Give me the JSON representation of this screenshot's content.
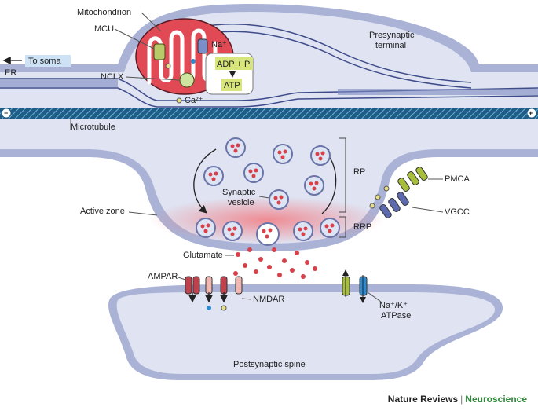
{
  "labels": {
    "mitochondrion": "Mitochondrion",
    "mcu": "MCU",
    "na": "Na⁺",
    "to_soma": "To soma",
    "presynaptic_terminal_1": "Presynaptic",
    "presynaptic_terminal_2": "terminal",
    "adp_pi": "ADP + Pi",
    "atp": "ATP",
    "nclx": "NCLX",
    "er": "ER",
    "ca": "Ca²⁺",
    "microtubule": "Microtubule",
    "rp": "RP",
    "pmca": "PMCA",
    "synaptic_vesicle_1": "Synaptic",
    "synaptic_vesicle_2": "vesicle",
    "active_zone": "Active zone",
    "vgcc": "VGCC",
    "rrp": "RRP",
    "glutamate": "Glutamate",
    "ampar": "AMPAR",
    "nmdar": "NMDAR",
    "na_k_atpase_1": "Na⁺/K⁺",
    "na_k_atpase_2": "ATPase",
    "postsynaptic_spine": "Postsynaptic spine",
    "minus": "−",
    "plus": "+"
  },
  "footer": {
    "journal": "Nature Reviews",
    "separator": "|",
    "section": "Neuroscience"
  },
  "colors": {
    "membrane": "#aab3d6",
    "cytoplasm": "#dfe3f2",
    "mito": "#e14a55",
    "vesicle": "#dde4f4",
    "glutamate": "#d9414a",
    "active_zone": "#f2a0a4",
    "accent_green": "#2e8b3c"
  }
}
